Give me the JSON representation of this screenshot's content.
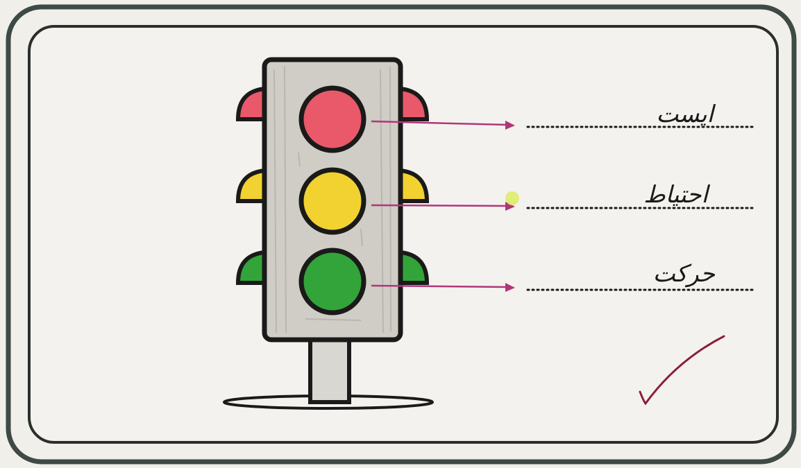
{
  "worksheet": {
    "answers": [
      {
        "light": "red",
        "label": "ایست"
      },
      {
        "light": "yellow",
        "label": "احتیاط"
      },
      {
        "light": "green",
        "label": "حرکت"
      }
    ]
  },
  "colors": {
    "frame": "#3d4a45",
    "red_light": "#e9596a",
    "yellow_light": "#f2d230",
    "green_light": "#33a43a",
    "housing": "#cfcdc6",
    "arrow": "#b0367a",
    "check_mark": "#8a1f3a"
  },
  "icons": {
    "traffic_light": "traffic-light-icon",
    "check_mark": "check-mark-icon"
  }
}
